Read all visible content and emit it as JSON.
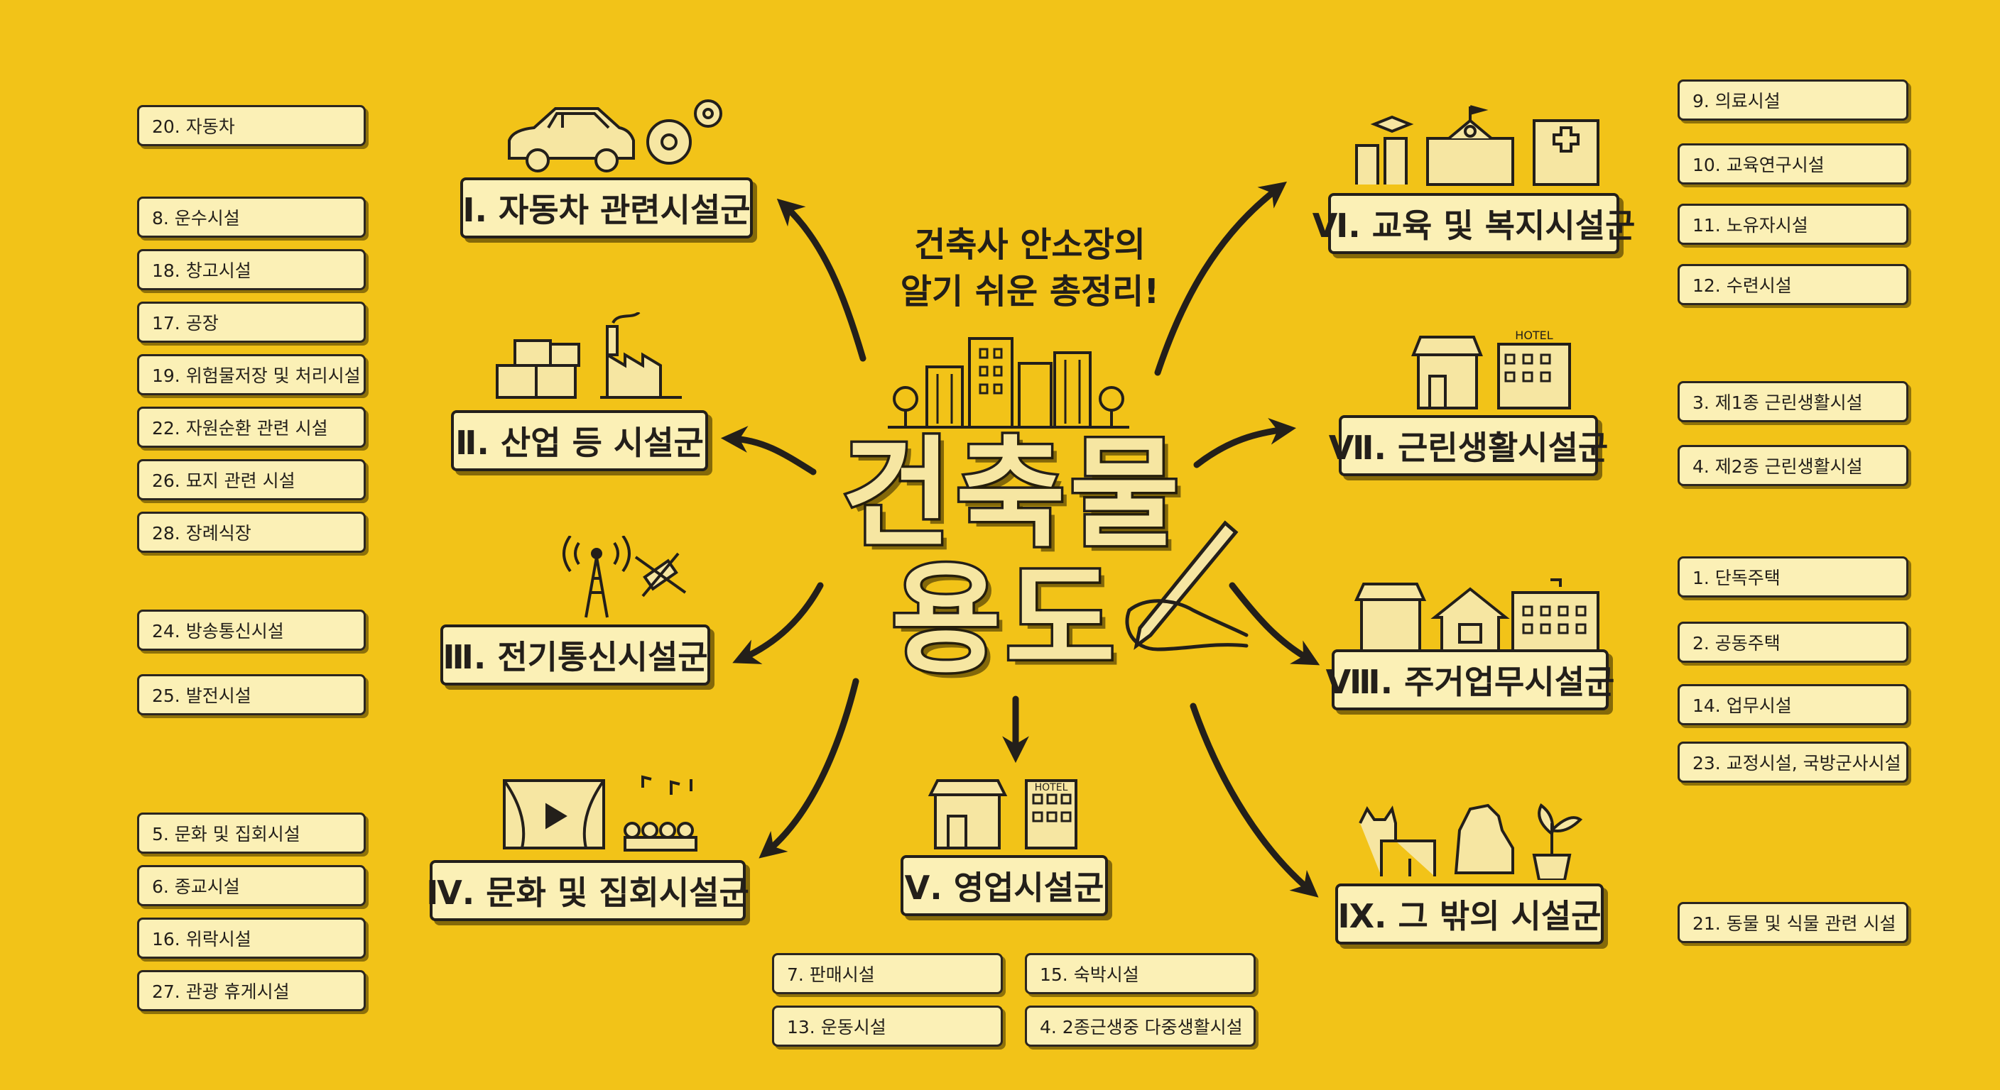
{
  "title_line1": "건축물",
  "title_line2": "용도",
  "subtitle_line1": "건축사 안소장의",
  "subtitle_line2": "알기 쉬운 총정리!",
  "groups": {
    "g1": "Ⅰ. 자동차 관련시설군",
    "g2": "Ⅱ. 산업 등 시설군",
    "g3": "Ⅲ. 전기통신시설군",
    "g4": "Ⅳ. 문화 및 집회시설군",
    "g5": "Ⅴ. 영업시설군",
    "g6": "Ⅵ. 교육 및 복지시설군",
    "g7": "Ⅶ. 근린생활시설군",
    "g8": "Ⅷ. 주거업무시설군",
    "g9": "Ⅸ. 그 밖의 시설군"
  },
  "items": {
    "g1": [
      "20. 자동차"
    ],
    "g2": [
      "8. 운수시설",
      "18. 창고시설",
      "17. 공장",
      "19. 위험물저장 및 처리시설",
      "22. 자원순환 관련 시설",
      "26. 묘지 관련 시설",
      "28. 장례식장"
    ],
    "g3": [
      "24. 방송통신시설",
      "25. 발전시설"
    ],
    "g4": [
      "5. 문화 및 집회시설",
      "6. 종교시설",
      "16. 위락시설",
      "27. 관광 휴게시설"
    ],
    "g5a": [
      "7. 판매시설",
      "13. 운동시설"
    ],
    "g5b": [
      "15. 숙박시설",
      "4. 2종근생중 다중생활시설"
    ],
    "g6": [
      "9. 의료시설",
      "10. 교육연구시설",
      "11. 노유자시설",
      "12. 수련시설"
    ],
    "g7": [
      "3. 제1종 근린생활시설",
      "4. 제2종 근린생활시설"
    ],
    "g8": [
      "1. 단독주택",
      "2. 공동주택",
      "14. 업무시설",
      "23. 교정시설, 국방군사시설"
    ],
    "g9": [
      "21. 동물 및 식물 관련 시설"
    ]
  },
  "icon_text": {
    "hotel1": "HOTEL",
    "hotel2": "HOTEL"
  }
}
